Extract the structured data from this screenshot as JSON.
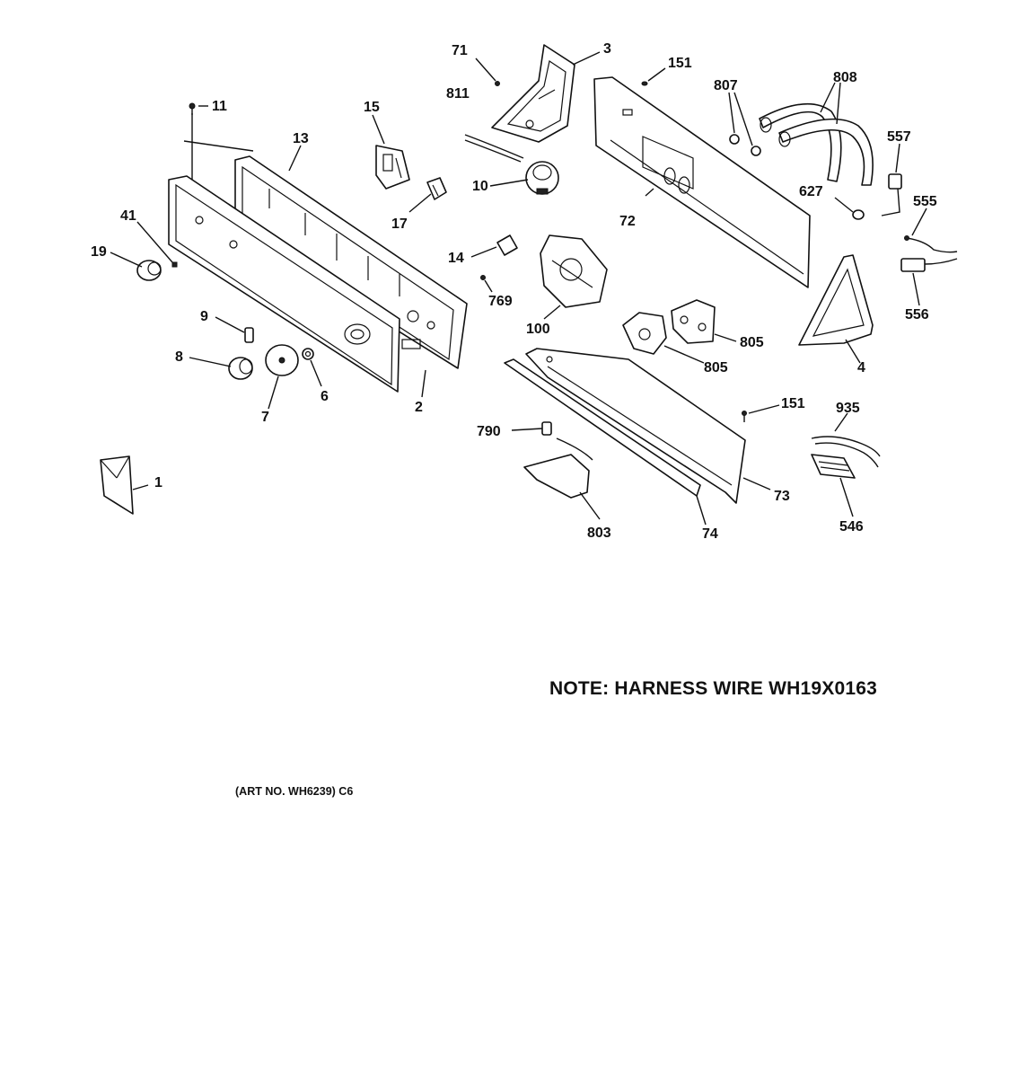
{
  "note": "NOTE: HARNESS WIRE WH19X0163",
  "art_number": "(ART NO. WH6239) C6",
  "callouts": {
    "p1": "1",
    "p2": "2",
    "p3": "3",
    "p4": "4",
    "p6": "6",
    "p7": "7",
    "p8": "8",
    "p9": "9",
    "p10": "10",
    "p11": "11",
    "p13": "13",
    "p14": "14",
    "p15": "15",
    "p17": "17",
    "p19": "19",
    "p41": "41",
    "p71": "71",
    "p72": "72",
    "p73": "73",
    "p74": "74",
    "p100": "100",
    "p151a": "151",
    "p151b": "151",
    "p546": "546",
    "p555": "555",
    "p556": "556",
    "p557": "557",
    "p627": "627",
    "p769": "769",
    "p790": "790",
    "p803": "803",
    "p805a": "805",
    "p805b": "805",
    "p807": "807",
    "p808": "808",
    "p811": "811",
    "p935": "935"
  }
}
